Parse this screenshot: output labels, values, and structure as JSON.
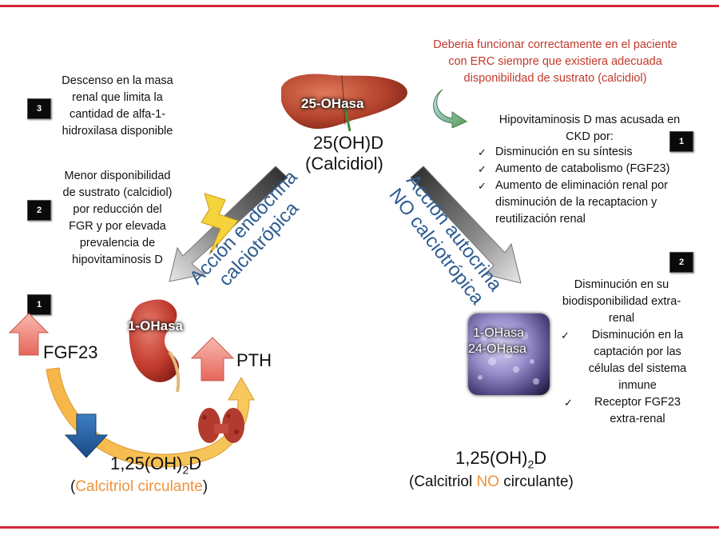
{
  "top_note": {
    "line1": "Deberia funcionar correctamente en el paciente",
    "line2": "con ERC siempre que existiera adecuada",
    "line3": "disponibilidad de sustrato (calcidiol)"
  },
  "liver": {
    "label": "25-OHasa"
  },
  "calcidiol": {
    "formula": "25(OH)D",
    "name": "(Calcidiol)"
  },
  "left_notes": {
    "n3": {
      "badge": "3",
      "lines": [
        "Descenso en la masa",
        "renal que limita la",
        "cantidad de alfa-1-",
        "hidroxilasa disponible"
      ]
    },
    "n2": {
      "badge": "2",
      "lines": [
        "Menor disponibilidad",
        "de sustrato (calcidiol)",
        "por reducción del",
        "FGR y por elevada",
        "prevalencia de",
        "hipovitaminosis D"
      ]
    },
    "n1": {
      "badge": "1"
    }
  },
  "right_notes": {
    "n1": {
      "badge": "1",
      "title_line1": "Hipovitaminosis D  mas acusada en",
      "title_line2": "CKD por:",
      "items": [
        "Disminución en su síntesis",
        "Aumento de catabolismo (FGF23)",
        "Aumento de eliminación renal por"
      ],
      "continuation_line1": "disminución de la recaptacion y",
      "continuation_line2": "reutilización renal"
    },
    "n2": {
      "badge": "2",
      "title_line1": "Disminución en su",
      "title_line2": "biodisponibilidad extra-",
      "title_line3": "renal",
      "item1_line1": "Disminución en la",
      "item1_line2": "captación por las",
      "item1_line3": "células del sistema",
      "item1_line4": "inmune",
      "item2_line1": "Receptor FGF23",
      "item2_line2": "extra-renal"
    }
  },
  "left_pathway": {
    "line1": "Acción endocrina",
    "line2": "calciotrópica"
  },
  "right_pathway": {
    "line1": "Acción  autocrina",
    "line2": "NO calciotrópica"
  },
  "kidney": {
    "label": "1-OHasa"
  },
  "immune_cell": {
    "label1": "1-OHasa",
    "label2": "24-OHasa"
  },
  "fgf23": {
    "label": "FGF23"
  },
  "pth": {
    "label": "PTH"
  },
  "calcitriol_left": {
    "prefix": "1,25(OH)",
    "sub": "2",
    "suffix": "D",
    "open": "(",
    "name": "Calcitriol circulante",
    "close": ")"
  },
  "calcitriol_right": {
    "prefix": "1,25(OH)",
    "sub": "2",
    "suffix": "D",
    "part1": "(Calcitriol ",
    "highlight": "NO",
    "part2": " circulante)"
  },
  "colors": {
    "rule": "#d4253a",
    "pathway_text": "#2e5d92",
    "accent_orange": "#f0923b",
    "note_red": "#c0392b"
  }
}
